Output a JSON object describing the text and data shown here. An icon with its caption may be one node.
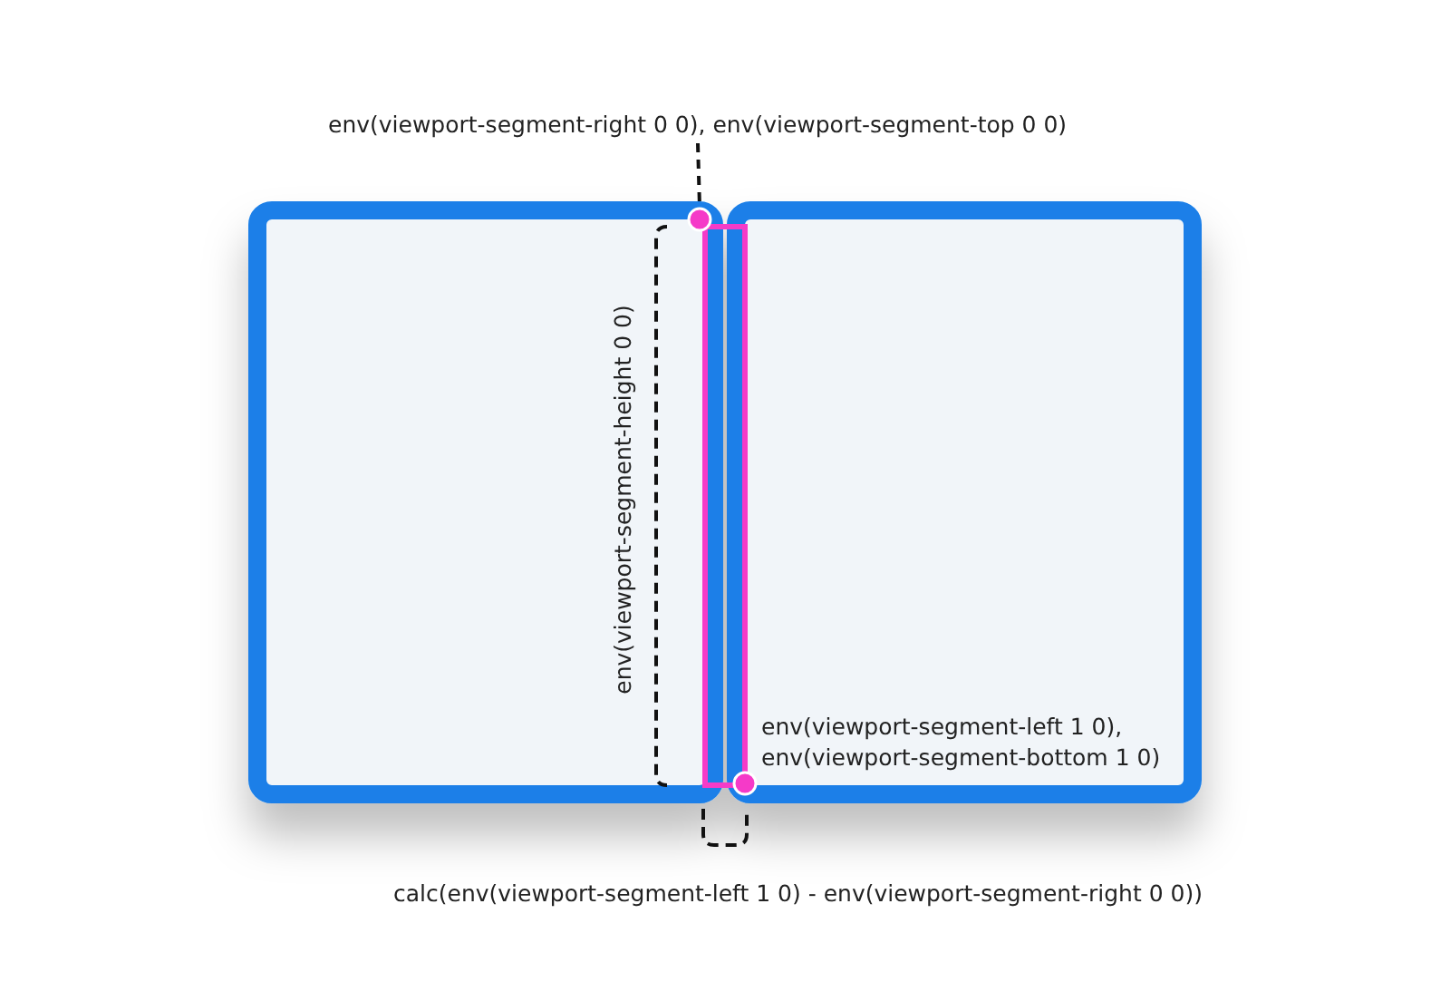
{
  "diagram": {
    "nodes": [
      {
        "text": [
          "env(viewport-segment-right 0 0), env(viewport-segment-top 0 0)"
        ]
      },
      {
        "text": [],
        "shape": "circle"
      },
      {
        "text": [],
        "shape": "circle"
      }
    ],
    "edges": [
      {
        "from": 0,
        "to": 1,
        "arrow": "none",
        "style": "dashed"
      }
    ],
    "labels": [
      "env(viewport-segment-height 0 0)",
      "env(viewport-segment-left 1 0), env(viewport-segment-bottom 1 0)",
      "calc(env(viewport-segment-left 1 0) - env(viewport-segment-right 0 0))"
    ]
  }
}
